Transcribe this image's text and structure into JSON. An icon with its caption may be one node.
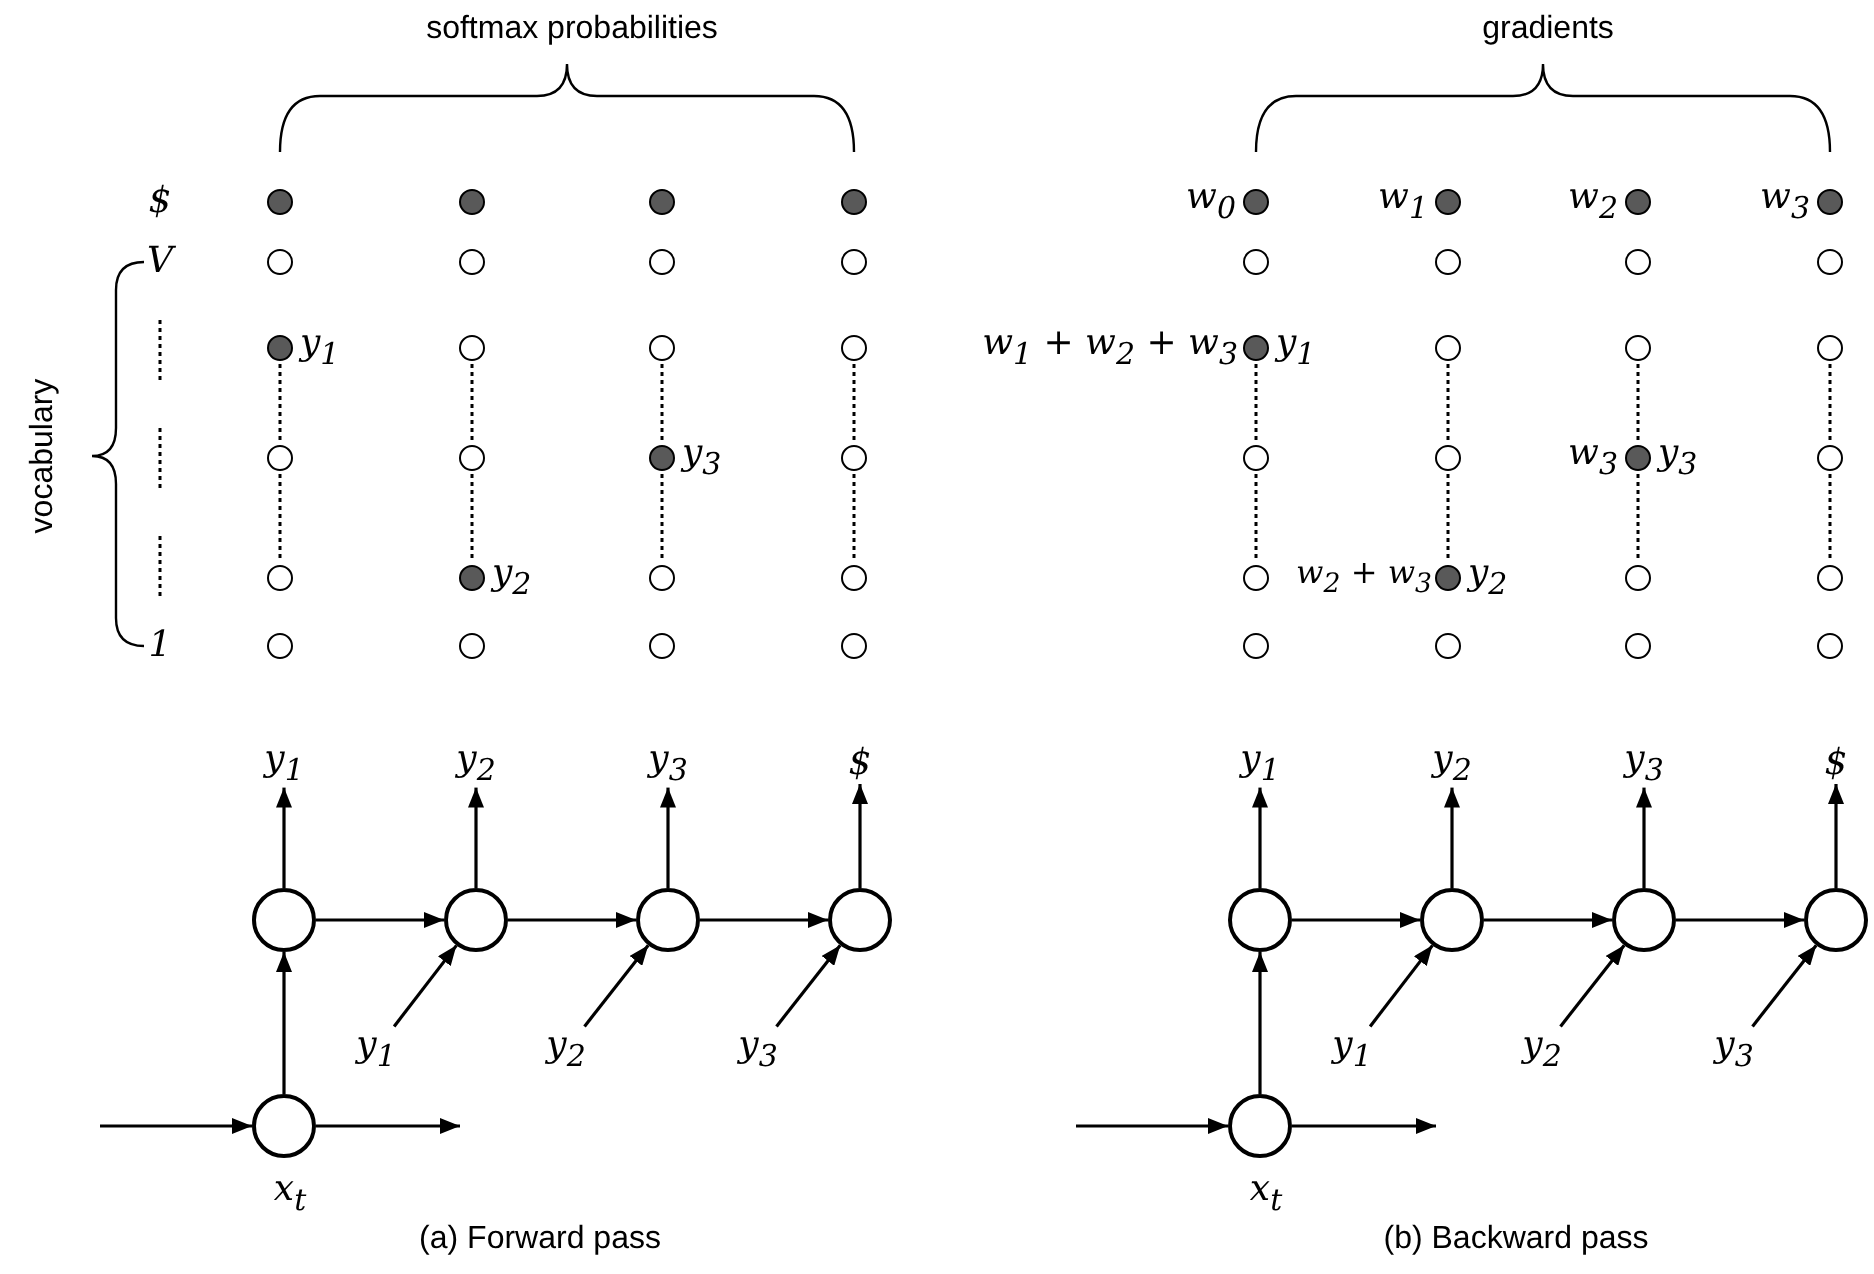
{
  "diagram": {
    "nodes": [
      {
        "text": [
          "y$_{1}$"
        ]
      },
      {
        "text": [
          "y$_{2}$"
        ]
      },
      {
        "text": [
          "y$_{3}$"
        ]
      },
      {
        "text": [
          "$"
        ]
      },
      {
        "text": [],
        "shape": "circle"
      },
      {
        "text": [],
        "shape": "circle"
      },
      {
        "text": [],
        "shape": "circle"
      },
      {
        "text": [],
        "shape": "circle"
      },
      {
        "text": [
          "y$_{1}$"
        ]
      },
      {
        "text": [
          "y$_{2}$"
        ]
      },
      {
        "text": [
          "y$_{3}$"
        ]
      },
      {
        "text": [],
        "shape": "circle",
        "beside": [
          "x$_{t}$"
        ]
      },
      {
        "text": [
          "y$_{1}$"
        ]
      },
      {
        "text": [
          "y$_{2}$"
        ]
      },
      {
        "text": [
          "y$_{3}$"
        ]
      },
      {
        "text": [
          "$"
        ]
      },
      {
        "text": [],
        "shape": "circle"
      },
      {
        "text": [],
        "shape": "circle"
      },
      {
        "text": [],
        "shape": "circle"
      },
      {
        "text": [],
        "shape": "circle"
      },
      {
        "text": [
          "y$_{1}$"
        ]
      },
      {
        "text": [
          "y$_{2}$"
        ]
      },
      {
        "text": [
          "y$_{3}$"
        ]
      },
      {
        "text": [],
        "shape": "circle",
        "beside": [
          "x$_{t}$"
        ]
      }
    ],
    "edges": [
      {
        "from": null,
        "to": 11,
        "arrow": "to"
      },
      {
        "from": 11,
        "to": null,
        "arrow": "to"
      },
      {
        "from": 11,
        "to": 4,
        "arrow": "to"
      },
      {
        "from": 4,
        "to": 5,
        "arrow": "to"
      },
      {
        "from": 5,
        "to": 6,
        "arrow": "to"
      },
      {
        "from": 6,
        "to": 7,
        "arrow": "to"
      },
      {
        "from": 4,
        "to": 0,
        "arrow": "to"
      },
      {
        "from": 5,
        "to": 1,
        "arrow": "to"
      },
      {
        "from": 6,
        "to": 2,
        "arrow": "to"
      },
      {
        "from": 7,
        "to": 3,
        "arrow": "to"
      },
      {
        "from": 8,
        "to": 5,
        "arrow": "to"
      },
      {
        "from": 9,
        "to": 6,
        "arrow": "to"
      },
      {
        "from": 10,
        "to": 7,
        "arrow": "to"
      },
      {
        "from": null,
        "to": 23,
        "arrow": "to"
      },
      {
        "from": 23,
        "to": null,
        "arrow": "to"
      },
      {
        "from": 23,
        "to": 16,
        "arrow": "to"
      },
      {
        "from": 16,
        "to": 17,
        "arrow": "to"
      },
      {
        "from": 17,
        "to": 18,
        "arrow": "to"
      },
      {
        "from": 18,
        "to": 19,
        "arrow": "to"
      },
      {
        "from": 16,
        "to": 12,
        "arrow": "to"
      },
      {
        "from": 17,
        "to": 13,
        "arrow": "to"
      },
      {
        "from": 18,
        "to": 14,
        "arrow": "to"
      },
      {
        "from": 19,
        "to": 15,
        "arrow": "to"
      },
      {
        "from": 20,
        "to": 17,
        "arrow": "to"
      },
      {
        "from": 21,
        "to": 18,
        "arrow": "to"
      },
      {
        "from": 22,
        "to": 19,
        "arrow": "to"
      }
    ],
    "labels": [
      "softmax probabilities",
      "gradients",
      "$",
      "w$_{0}$",
      "w$_{1}$",
      "w$_{2}$",
      "w$_{3}$",
      "V",
      "vocabulary",
      "y$_{1}$",
      "w$_{1}$ + w$_{2}$ + w$_{3}$",
      "y$_{1}$",
      "y$_{3}$",
      "w$_{3}$",
      "y$_{3}$",
      "y$_{2}$",
      "w$_{2}$ + w$_{3}$",
      "y$_{2}$",
      "1",
      "(a) Forward pass",
      "(b) Backward pass"
    ]
  }
}
